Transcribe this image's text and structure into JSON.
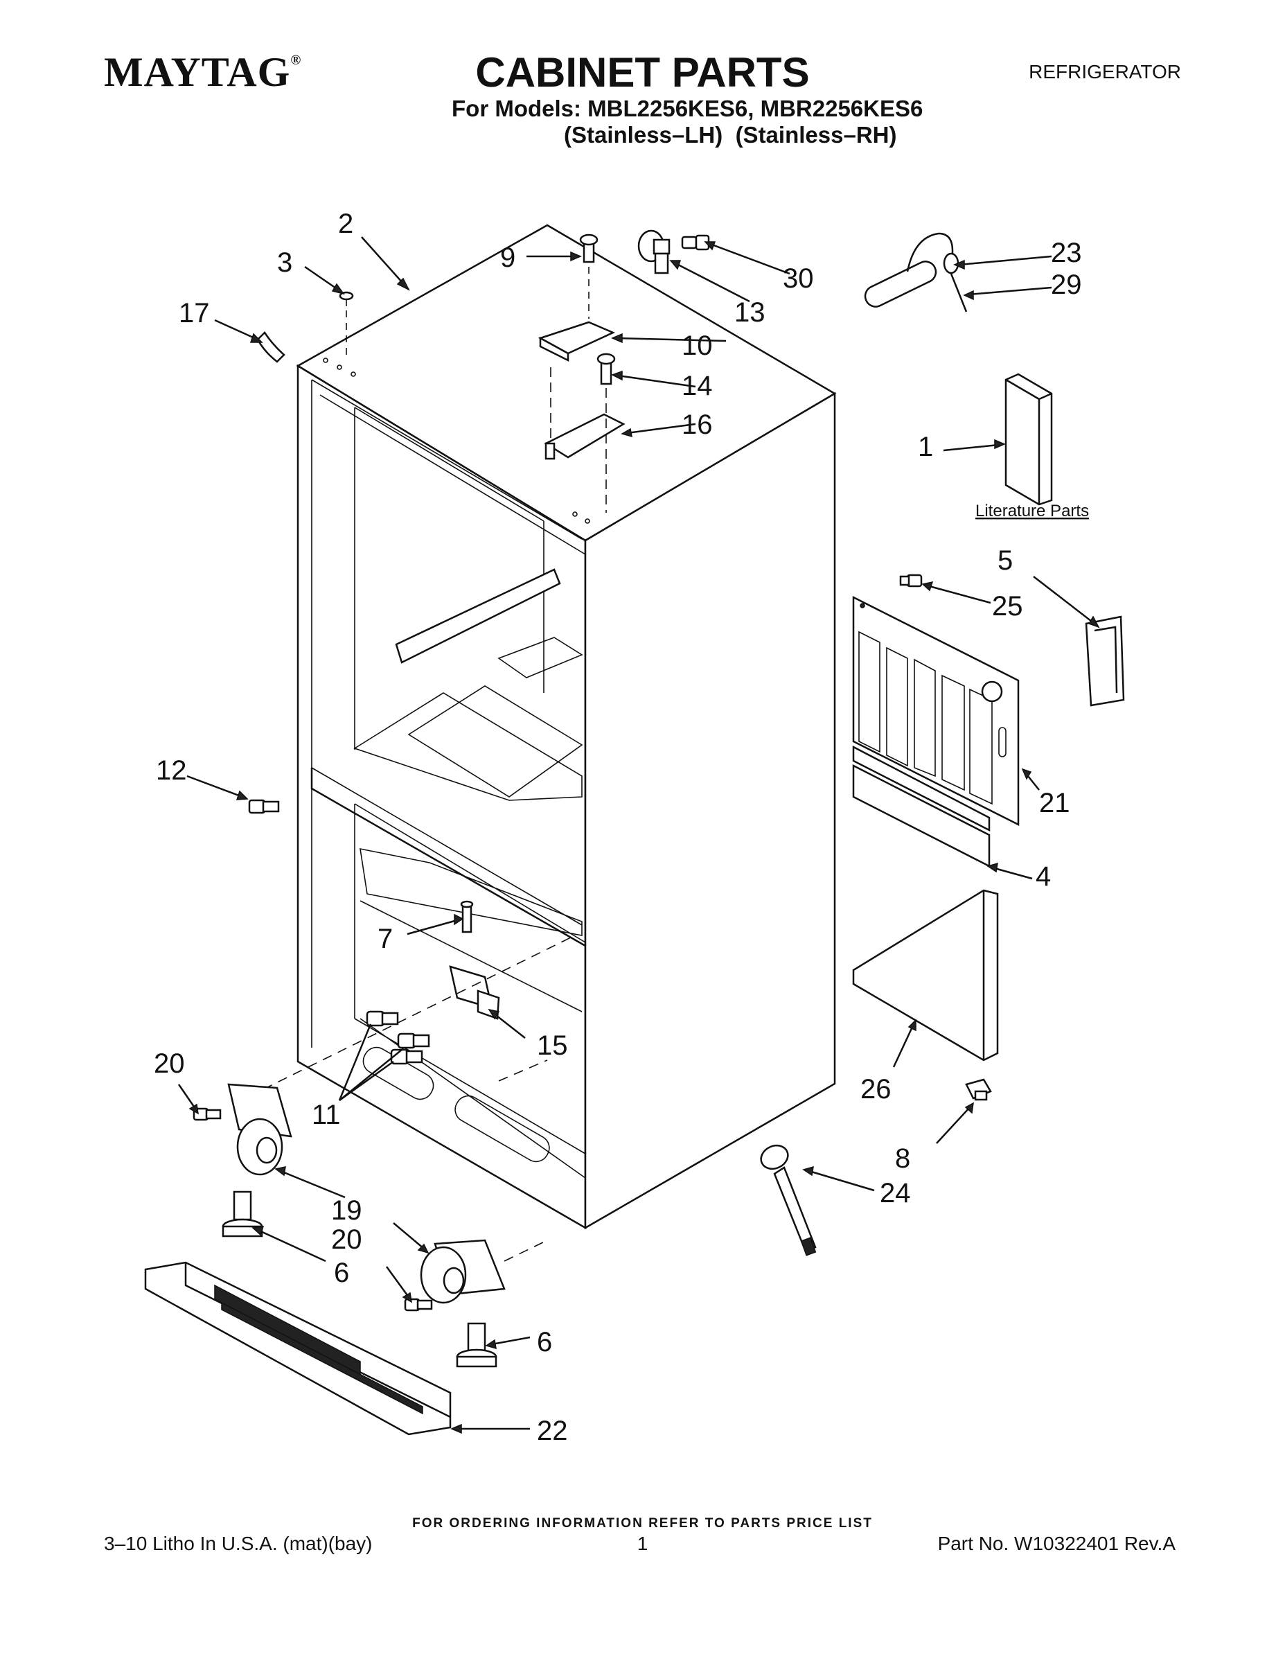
{
  "header": {
    "brand": "MAYTAG",
    "brand_mark": "®",
    "title": "CABINET PARTS",
    "category": "REFRIGERATOR",
    "models_line": "For Models: MBL2256KES6, MBR2256KES6",
    "variants_line": "(Stainless–LH)  (Stainless–RH)"
  },
  "callouts": {
    "c1": "1",
    "c2": "2",
    "c3": "3",
    "c4": "4",
    "c5": "5",
    "c6a": "6",
    "c6b": "6",
    "c7": "7",
    "c8": "8",
    "c9": "9",
    "c10": "10",
    "c11": "11",
    "c12": "12",
    "c13": "13",
    "c14": "14",
    "c15": "15",
    "c16": "16",
    "c17": "17",
    "c19": "19",
    "c20a": "20",
    "c20b": "20",
    "c21": "21",
    "c22": "22",
    "c23": "23",
    "c24": "24",
    "c25": "25",
    "c26": "26",
    "c29": "29",
    "c30": "30"
  },
  "literature_label": "Literature Parts",
  "footer": {
    "ordering_note": "FOR ORDERING INFORMATION REFER TO PARTS PRICE LIST",
    "litho": "3–10 Litho In U.S.A. (mat)(bay)",
    "page_number": "1",
    "part_number": "Part No. W10322401 Rev.A"
  }
}
